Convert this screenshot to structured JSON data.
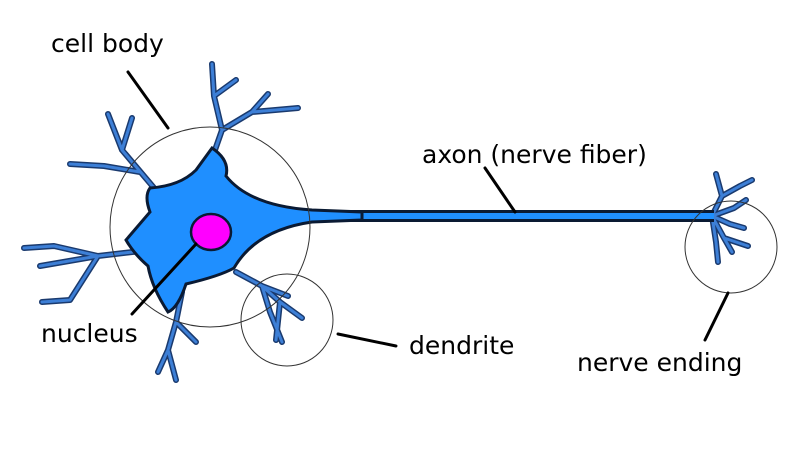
{
  "labels": {
    "cell_body": "cell body",
    "axon": "axon (nerve fiber)",
    "nucleus": "nucleus",
    "dendrite": "dendrite",
    "nerve_ending": "nerve ending"
  },
  "colors": {
    "cell_fill": "#1f8fff",
    "outline": "#0a1a33",
    "nucleus_fill": "#ff00ff",
    "dendrite_stroke": "#1a3a6e",
    "dendrite_fill": "#3d7fd6",
    "leader_line": "#000000",
    "ring": "#333333"
  }
}
